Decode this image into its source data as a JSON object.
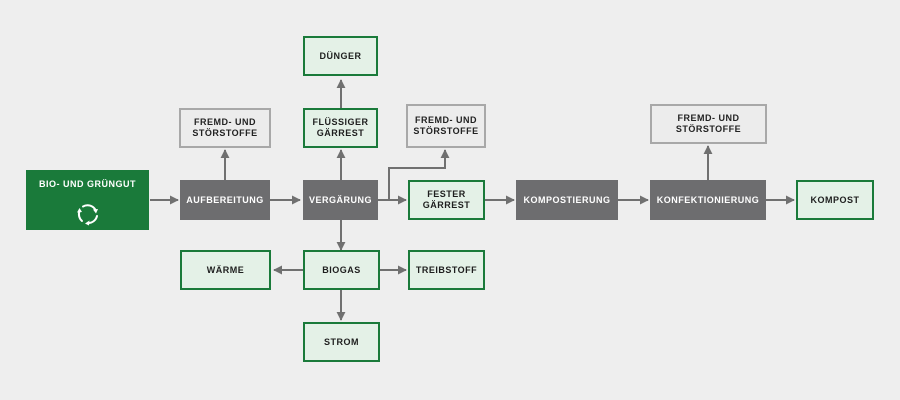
{
  "diagram": {
    "nodes": {
      "source": {
        "label": "BIO- UND GRÜNGUT",
        "icon": "recycle-icon"
      },
      "aufbereitung": {
        "label": "AUFBEREITUNG"
      },
      "vergaerung": {
        "label": "VERGÄRUNG"
      },
      "fester_gaerrest": {
        "line1": "FESTER",
        "line2": "GÄRREST"
      },
      "kompostierung": {
        "label": "KOMPOSTIERUNG"
      },
      "konfektionierung": {
        "label": "KONFEKTIONIERUNG"
      },
      "kompost": {
        "label": "KOMPOST"
      },
      "stoerstoffe_1": {
        "line1": "FREMD- UND",
        "line2": "STÖRSTOFFE"
      },
      "stoerstoffe_2": {
        "line1": "FREMD- UND",
        "line2": "STÖRSTOFFE"
      },
      "stoerstoffe_3": {
        "line1": "FREMD- UND",
        "line2": "STÖRSTOFFE"
      },
      "fluessiger_gaerrest": {
        "line1": "FLÜSSIGER",
        "line2": "GÄRREST"
      },
      "duenger": {
        "label": "DÜNGER"
      },
      "biogas": {
        "label": "BIOGAS"
      },
      "waerme": {
        "label": "WÄRME"
      },
      "treibstoff": {
        "label": "TREIBSTOFF"
      },
      "strom": {
        "label": "STROM"
      }
    },
    "colors": {
      "green": "#1a7a3a",
      "green_fill": "#e4f1e7",
      "process_gray": "#6d6d6f",
      "waste_border": "#a8a8a8",
      "arrow": "#707070",
      "background": "#eeeeee"
    }
  }
}
